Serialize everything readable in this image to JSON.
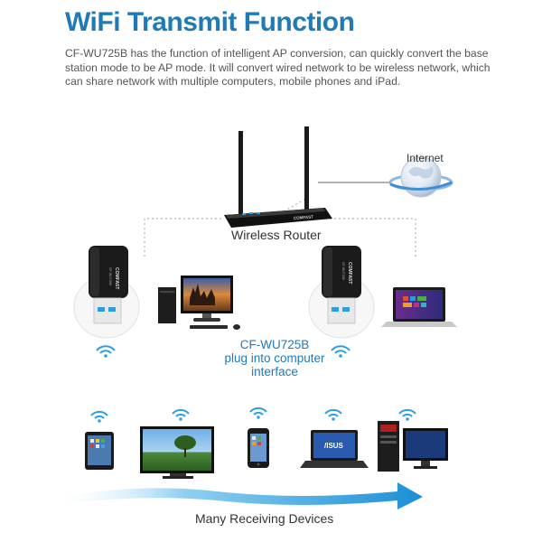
{
  "title": "WiFi Transmit Function",
  "description": "CF-WU725B has the function of intelligent AP conversion, can quickly convert the base station mode to be AP mode.  It will convert wired network to be wireless network, which can share network with multiple computers, mobile phones and iPad.",
  "labels": {
    "internet": "Internet",
    "router": "Wireless Router",
    "model_line1": "CF-WU725B",
    "model_line2": "plug into computer interface",
    "receiving": "Many Receiving Devices",
    "router_brand": "COMFAST",
    "adapter_brand": "COMFAST",
    "adapter_model": "CF-WU725B"
  },
  "colors": {
    "title": "#1f7ab8",
    "accent_blue": "#2aa0e0",
    "text": "#333333"
  },
  "icons": [
    "router-icon",
    "globe-icon",
    "usb-adapter-icon",
    "desktop-pc-icon",
    "laptop-icon",
    "wifi-icon",
    "tablet-icon",
    "tv-icon",
    "phone-icon",
    "arrow-icon"
  ]
}
